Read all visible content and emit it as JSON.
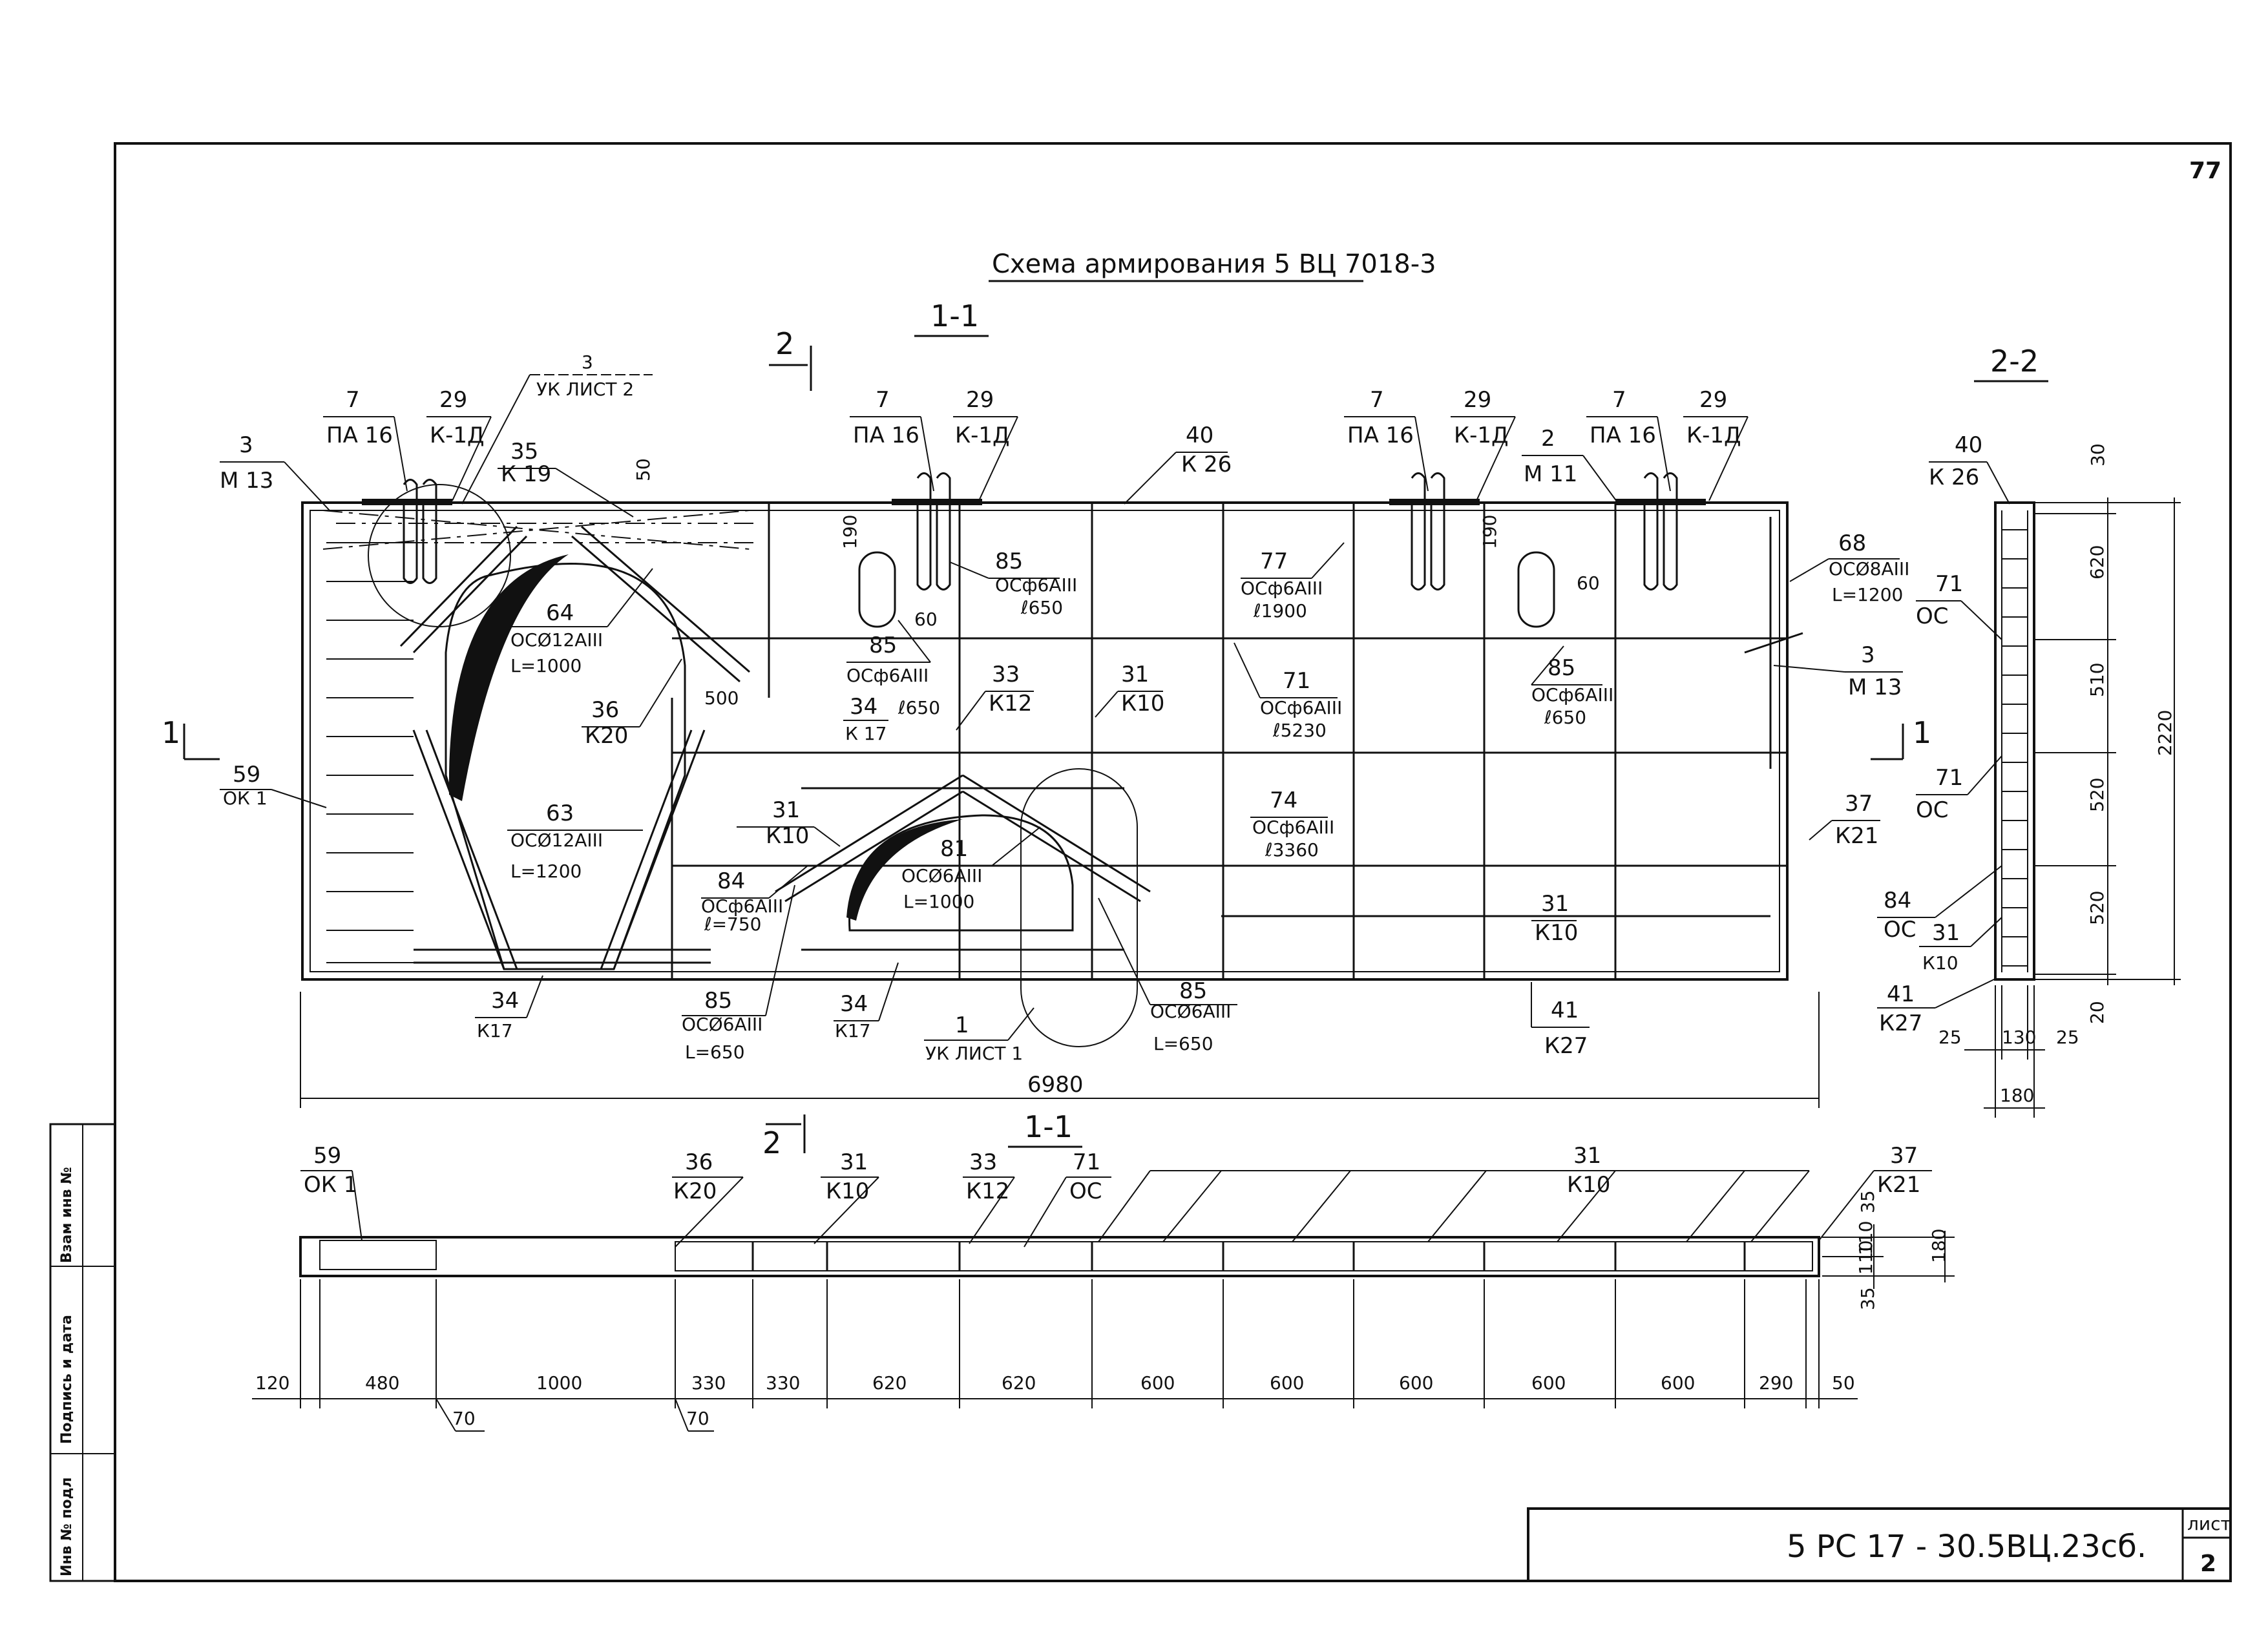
{
  "page": {
    "sheet_number": "77",
    "title": "Схема армирования 5 ВЦ 7018-3",
    "document_code": "5 РС 17 - 30.5ВЦ.23сб.",
    "sheet_label": "лист",
    "sheet_value": "2"
  },
  "sidebar": {
    "inv_podl": "Инв № подл",
    "podpis_data": "Подпись и дата",
    "vzam_inv": "Взам инв №"
  },
  "sections": {
    "s11_top": "1-1",
    "s22": "2-2",
    "s11_bottom": "1-1",
    "cut2_top": "2",
    "cut2_bottom": "2",
    "cut1_left": "1",
    "cut1_right": "1"
  },
  "elevation": {
    "callouts": [
      {
        "num": "3",
        "name": "М 13"
      },
      {
        "num": "7",
        "name": "ПА 16"
      },
      {
        "num": "29",
        "name": "К-1Д"
      },
      {
        "num": "3",
        "name": "УК ЛИСТ 2"
      },
      {
        "num": "35",
        "name": "К 19"
      },
      {
        "num": "7",
        "name": "ПА 16"
      },
      {
        "num": "29",
        "name": "К-1Д"
      },
      {
        "num": "40",
        "name": "К 26"
      },
      {
        "num": "7",
        "name": "ПА 16"
      },
      {
        "num": "29",
        "name": "К-1Д"
      },
      {
        "num": "2",
        "name": "М 11"
      },
      {
        "num": "7",
        "name": "ПА 16"
      },
      {
        "num": "29",
        "name": "К-1Д"
      },
      {
        "num": "64",
        "name": "ОСØ12АIII",
        "extra": "L=1000"
      },
      {
        "num": "63",
        "name": "ОСØ12АIII",
        "extra": "L=1200"
      },
      {
        "num": "36",
        "name": "К20"
      },
      {
        "num": "59",
        "name": "ОК 1"
      },
      {
        "num": "85",
        "name": "ОСф6АIII",
        "extra": "ℓ650"
      },
      {
        "num": "85",
        "name": "ОСф6АIII",
        "extra": "ℓ650"
      },
      {
        "num": "34",
        "name": "К 17"
      },
      {
        "num": "33",
        "name": "К12"
      },
      {
        "num": "31",
        "name": "К10"
      },
      {
        "num": "77",
        "name": "ОСф6АIII",
        "extra": "ℓ1900"
      },
      {
        "num": "71",
        "name": "ОСф6АIII",
        "extra": "ℓ5230"
      },
      {
        "num": "74",
        "name": "ОСф6АIII",
        "extra": "ℓ3360"
      },
      {
        "num": "85",
        "name": "ОСф6АIII",
        "extra": "ℓ650"
      },
      {
        "num": "68",
        "name": "ОСØ8АIII",
        "extra": "L=1200"
      },
      {
        "num": "3",
        "name": "М 13"
      },
      {
        "num": "37",
        "name": "К21"
      },
      {
        "num": "31",
        "name": "К10"
      },
      {
        "num": "84",
        "name": "ОСф6АIII",
        "extra": "ℓ=750"
      },
      {
        "num": "81",
        "name": "ОСØ6АIII",
        "extra": "L=1000"
      },
      {
        "num": "31",
        "name": "К10"
      },
      {
        "num": "34",
        "name": "К17"
      },
      {
        "num": "85",
        "name": "ОСØ6АIII",
        "extra": "L=650"
      },
      {
        "num": "34",
        "name": "К17"
      },
      {
        "num": "1",
        "name": "УК ЛИСТ 1"
      },
      {
        "num": "85",
        "name": "ОСØ6АIII",
        "extra": "L=650"
      },
      {
        "num": "41",
        "name": "К27"
      }
    ],
    "dims": {
      "d190a": "190",
      "d60a": "60",
      "d190b": "190",
      "d60b": "60",
      "d50": "50",
      "d500": "500",
      "total": "6980"
    }
  },
  "section22": {
    "callouts": [
      {
        "num": "40",
        "name": "К 26"
      },
      {
        "num": "71",
        "name": "ОС"
      },
      {
        "num": "71",
        "name": "ОС"
      },
      {
        "num": "84",
        "name": "ОС"
      },
      {
        "num": "31",
        "name": "К10"
      },
      {
        "num": "41",
        "name": "К27"
      }
    ],
    "dims": {
      "d30": "30",
      "d620": "620",
      "d510": "510",
      "d520a": "520",
      "d520b": "520",
      "d20": "20",
      "d2220": "2220",
      "d25a": "25",
      "d130": "130",
      "d25b": "25",
      "d180": "180"
    }
  },
  "plan": {
    "callouts": [
      {
        "num": "59",
        "name": "ОК 1"
      },
      {
        "num": "36",
        "name": "К20"
      },
      {
        "num": "31",
        "name": "К10"
      },
      {
        "num": "33",
        "name": "К12"
      },
      {
        "num": "71",
        "name": "ОС"
      },
      {
        "num": "31",
        "name": "К10"
      },
      {
        "num": "37",
        "name": "К21"
      }
    ],
    "dims": [
      "120",
      "480",
      "1000",
      "330",
      "330",
      "620",
      "620",
      "600",
      "600",
      "600",
      "600",
      "600",
      "290",
      "50"
    ],
    "sub_dims": {
      "d70a": "70",
      "d70b": "70"
    },
    "right_dims": {
      "d35a": "35",
      "d110a": "110",
      "d110b": "110",
      "d35b": "35",
      "d180": "180"
    }
  }
}
